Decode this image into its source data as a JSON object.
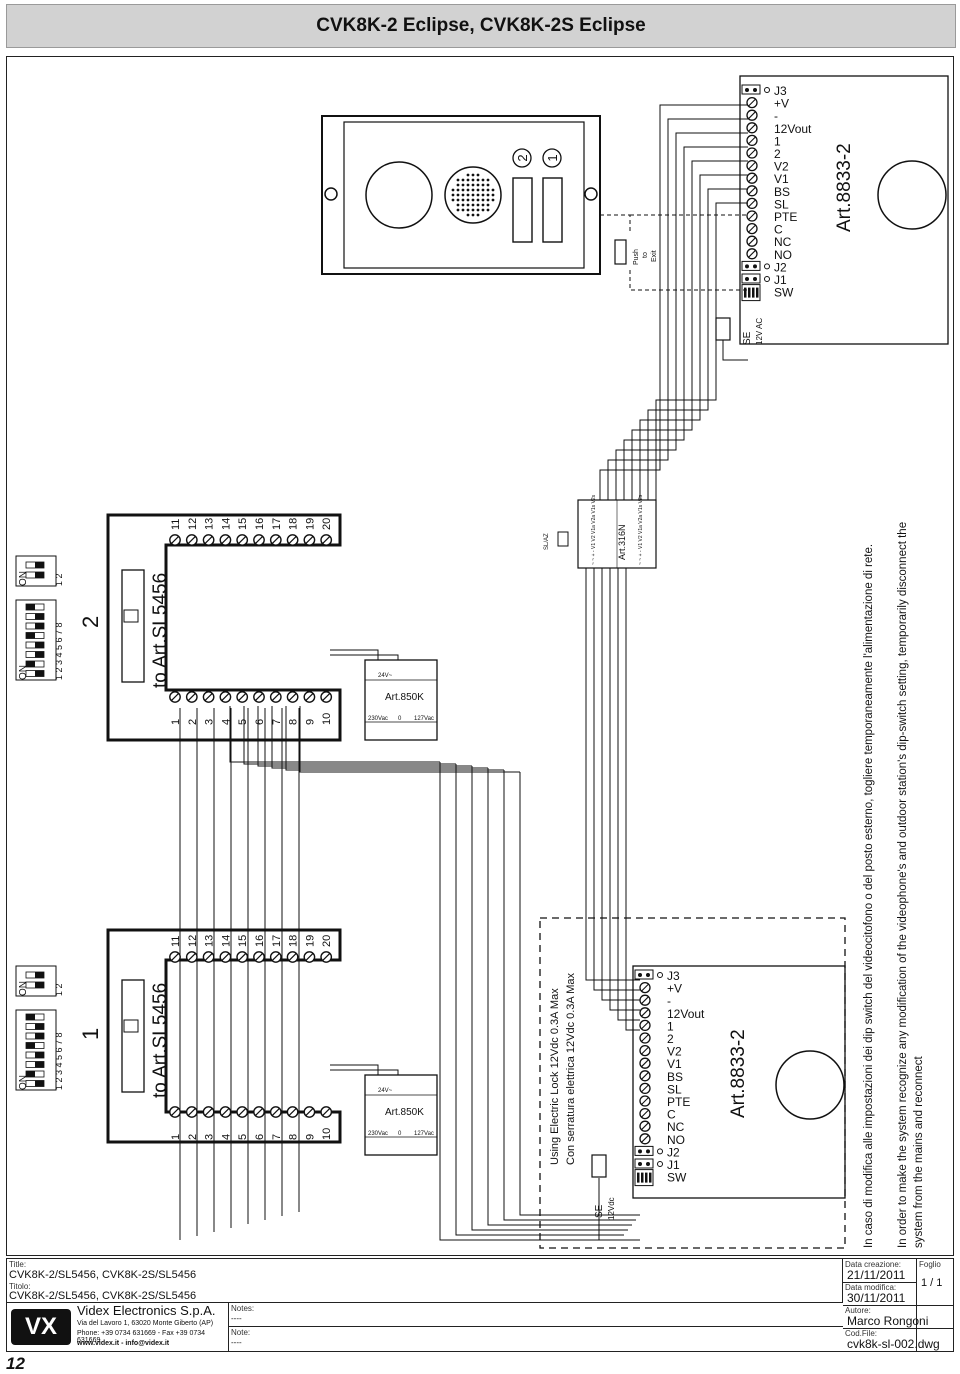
{
  "header": {
    "title": "CVK8K-2 Eclipse, CVK8K-2S Eclipse"
  },
  "diagram": {
    "module_left": {
      "number": "1",
      "target": "to Art.SL5456",
      "terminals_a": [
        "1",
        "2",
        "3",
        "4",
        "5",
        "6",
        "7",
        "8",
        "9",
        "10"
      ],
      "terminals_b": [
        "11",
        "12",
        "13",
        "14",
        "15",
        "16",
        "17",
        "18",
        "19",
        "20"
      ]
    },
    "module_right": {
      "number": "2",
      "target": "to Art.SL5456",
      "terminals_a": [
        "1",
        "2",
        "3",
        "4",
        "5",
        "6",
        "7",
        "8",
        "9",
        "10"
      ],
      "terminals_b": [
        "11",
        "12",
        "13",
        "14",
        "15",
        "16",
        "17",
        "18",
        "19",
        "20"
      ]
    },
    "dip_switch": {
      "on": "ON",
      "digits8": "1 2 3 4 5 6 7 8",
      "digits2": "1 2"
    },
    "psu": {
      "model": "Art.850K",
      "v_out": "24V~",
      "v_in": "230Vac",
      "zero": "0",
      "v_alt": "127Vac"
    },
    "relay": {
      "model": "Art.316N",
      "pins_top": "~ ~ + - V1 V2 V1a V2a V1s V2s",
      "pins_bottom": "~ ~ + - V1 V2 V1a V2a V1s V2s",
      "lock": "SL/AZ"
    },
    "lock_note": {
      "line1": "Using Electric Lock 12Vdc 0.3A Max",
      "line2": "Con serratura elettrica 12Vdc 0.3A Max"
    },
    "monitor_left": {
      "model": "Art.8833-2",
      "se": "SE",
      "se_v": "12Vdc"
    },
    "monitor_right": {
      "model": "Art.8833-2",
      "se": "SE",
      "se_v": "12V AC"
    },
    "monitor_terminals": [
      "J3",
      "+V",
      "-",
      "12Vout",
      "1",
      "2",
      "V2",
      "V1",
      "BS",
      "SL",
      "PTE",
      "C",
      "NC",
      "NO",
      "J2",
      "J1",
      "SW"
    ],
    "exit_button": {
      "line1": "Push",
      "line2": "to",
      "line3": "Exit"
    },
    "door_panel": {
      "btn1": "1",
      "btn2": "2"
    },
    "notes": {
      "it": "In caso di modifica alle impostazioni dei dip switch del videocitofono o del posto esterno, togliere temporaneamente l'alimentazione di rete.",
      "en1": "In order to make the system recognize any modification of the videophone's and outdoor station's dip-switch setting, temporarily disconnect the",
      "en2": "system from the mains and reconnect"
    }
  },
  "title_block": {
    "title_label": "Title:",
    "title_value": "CVK8K-2/SL5456, CVK8K-2S/SL5456",
    "titolo_label": "Titolo:",
    "titolo_value": "CVK8K-2/SL5456, CVK8K-2S/SL5456",
    "company": "Videx Electronics S.p.A.",
    "address": "Via del Lavoro 1, 63020 Monte Giberto (AP)",
    "phone": "Phone: +39 0734 631669 - Fax +39 0734 631669",
    "web": "www.videx.it - info@videx.it",
    "notes_label": "Notes:",
    "notes_value": "----",
    "note_label": "Note:",
    "note_value": "----",
    "created_label": "Data creazione:",
    "created_value": "21/11/2011",
    "modified_label": "Data modifica:",
    "modified_value": "30/11/2011",
    "author_label": "Autore:",
    "author_value": "Marco Rongoni",
    "file_label": "Cod.File:",
    "file_value": "cvk8k-sl-002.dwg",
    "sheet_label": "Foglio",
    "sheet_value": "1 / 1"
  },
  "page_number": "12"
}
